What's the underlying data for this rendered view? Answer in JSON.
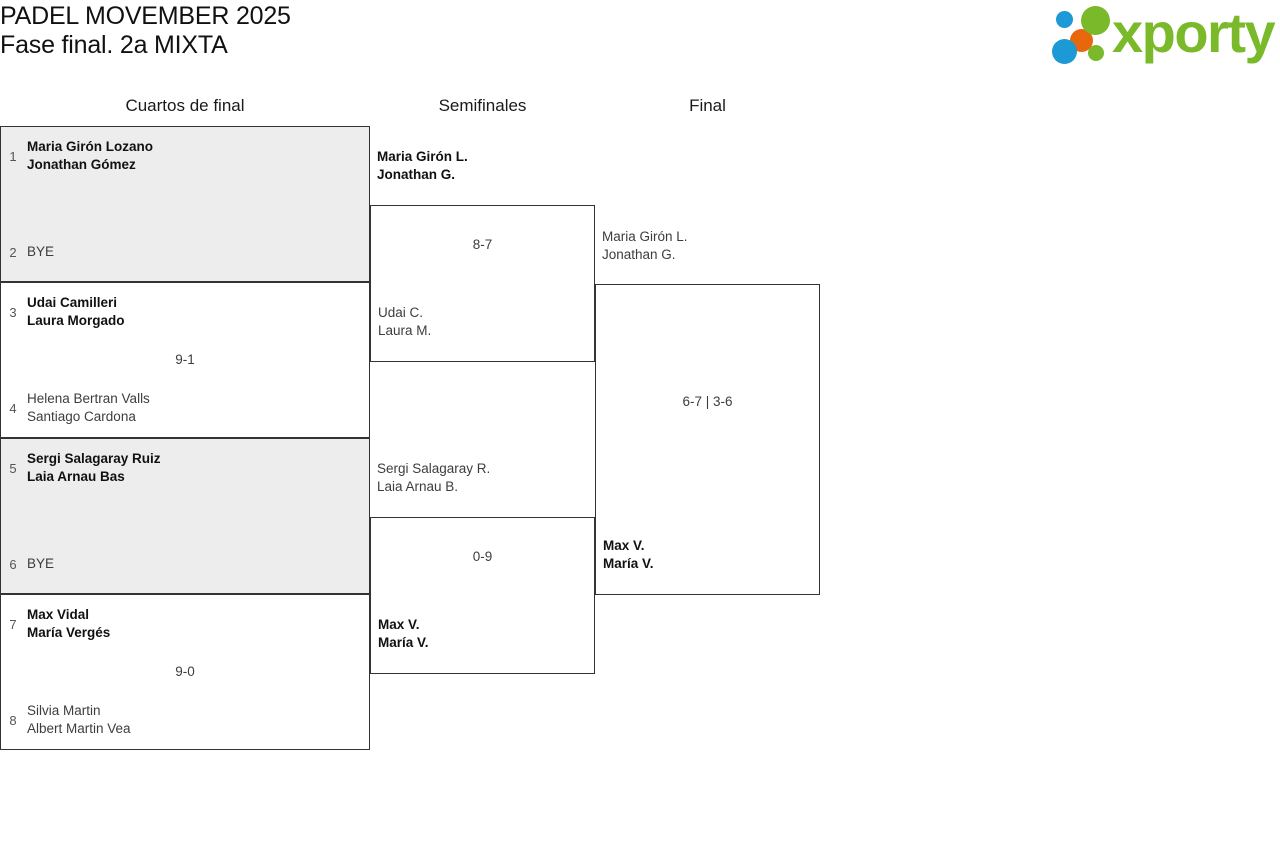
{
  "header": {
    "title_line1": "PADEL MOVEMBER 2025",
    "title_line2": "Fase final. 2a MIXTA",
    "logo_word": "xporty"
  },
  "rounds": [
    {
      "label": "Cuartos de final"
    },
    {
      "label": "Semifinales"
    },
    {
      "label": "Final"
    }
  ],
  "quarterfinals": [
    {
      "shaded": true,
      "score": "",
      "top": {
        "seed": "1",
        "name1": "Maria Girón Lozano",
        "name2": "Jonathan Gómez",
        "winner": true
      },
      "bottom": {
        "seed": "2",
        "name1": "BYE",
        "name2": "",
        "winner": false
      }
    },
    {
      "shaded": false,
      "score": "9-1",
      "top": {
        "seed": "3",
        "name1": "Udai Camilleri",
        "name2": "Laura Morgado",
        "winner": true
      },
      "bottom": {
        "seed": "4",
        "name1": "Helena Bertran Valls",
        "name2": "Santiago Cardona",
        "winner": false
      }
    },
    {
      "shaded": true,
      "score": "",
      "top": {
        "seed": "5",
        "name1": "Sergi Salagaray Ruiz",
        "name2": "Laia Arnau Bas",
        "winner": true
      },
      "bottom": {
        "seed": "6",
        "name1": "BYE",
        "name2": "",
        "winner": false
      }
    },
    {
      "shaded": false,
      "score": "9-0",
      "top": {
        "seed": "7",
        "name1": "Max Vidal",
        "name2": "María Vergés",
        "winner": true
      },
      "bottom": {
        "seed": "8",
        "name1": "Silvia Martin",
        "name2": "Albert Martin Vea",
        "winner": false
      }
    }
  ],
  "semifinals": [
    {
      "score": "8-7",
      "top": {
        "name1": "Maria Girón L.",
        "name2": "Jonathan G.",
        "winner": true
      },
      "bottom": {
        "name1": "Udai C.",
        "name2": "Laura M.",
        "winner": false
      }
    },
    {
      "score": "0-9",
      "top": {
        "name1": "Sergi Salagaray R.",
        "name2": "Laia Arnau B.",
        "winner": false
      },
      "bottom": {
        "name1": "Max V.",
        "name2": "María V.",
        "winner": true
      }
    }
  ],
  "final": {
    "score": "6-7 | 3-6",
    "top": {
      "name1": "Maria Girón L.",
      "name2": "Jonathan G.",
      "winner": false
    },
    "bottom": {
      "name1": "Max V.",
      "name2": "María V.",
      "winner": true
    }
  }
}
